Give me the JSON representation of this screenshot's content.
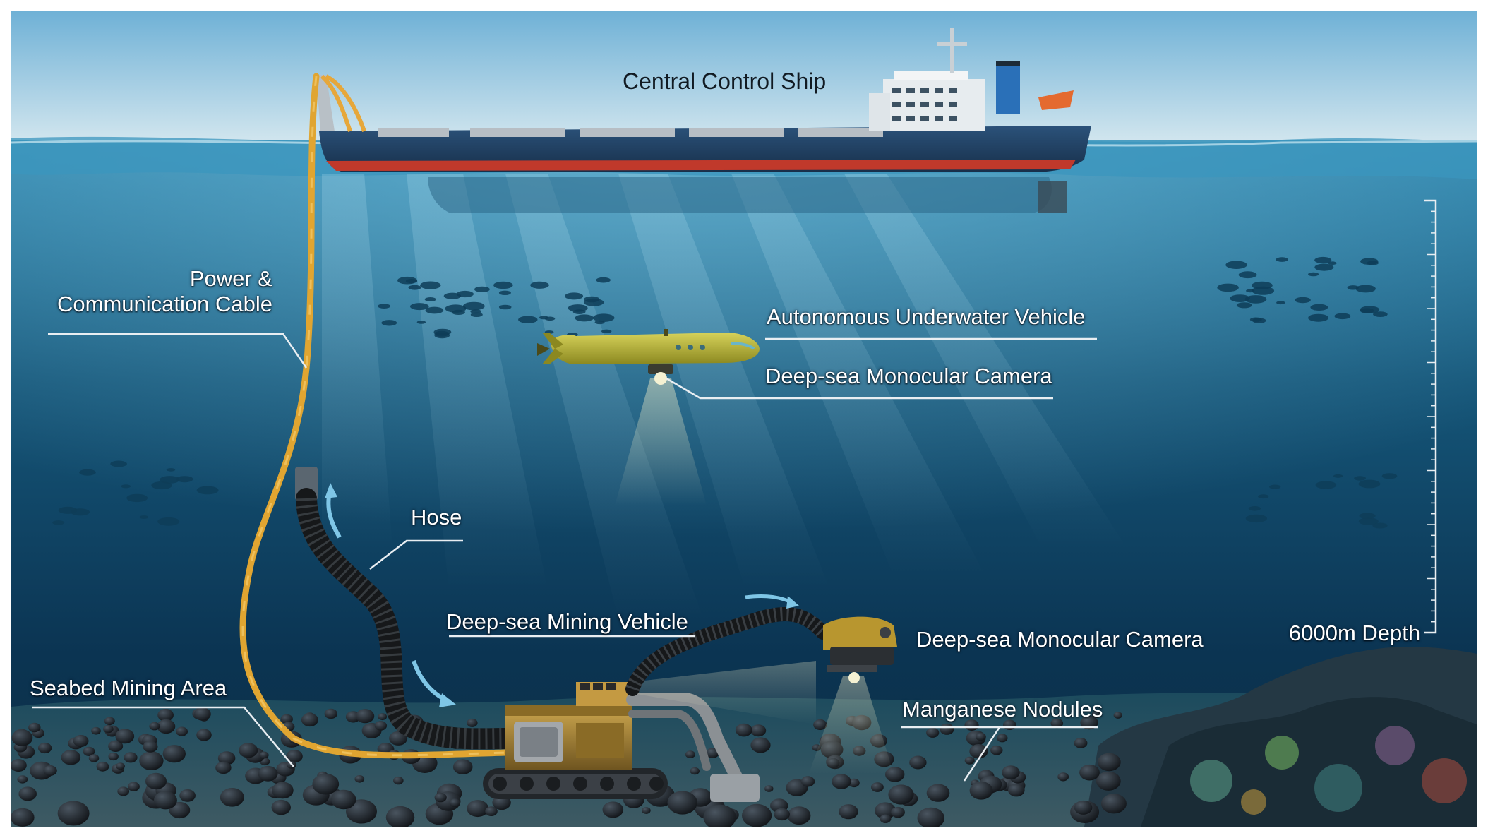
{
  "diagram": {
    "labels": {
      "ship": "Central Control Ship",
      "cable_line1": "Power &",
      "cable_line2": "Communication Cable",
      "auv": "Autonomous Underwater Vehicle",
      "auv_camera": "Deep-sea Monocular Camera",
      "hose": "Hose",
      "mining_vehicle": "Deep-sea Mining Vehicle",
      "arm_camera": "Deep-sea Monocular Camera",
      "depth": "6000m Depth",
      "seabed": "Seabed Mining Area",
      "nodules": "Manganese Nodules"
    },
    "colors": {
      "sky_top": "#74b3d6",
      "sky_horizon": "#cfe4ee",
      "water_surface": "#2f86ad",
      "water_deep": "#0b2e48",
      "ship_hull": "#1f3f63",
      "ship_stripe": "#c0392b",
      "cable": "#e0a531",
      "hose": "#1a1c1e",
      "auv_body": "#b7b234",
      "vehicle_body": "#b08a33",
      "nodule": "#1d2228"
    },
    "icons": [
      "ship-icon",
      "auv-icon",
      "mining-vehicle-icon",
      "camera-head-icon",
      "fish-icon",
      "nodule-icon",
      "coral-icon"
    ]
  }
}
